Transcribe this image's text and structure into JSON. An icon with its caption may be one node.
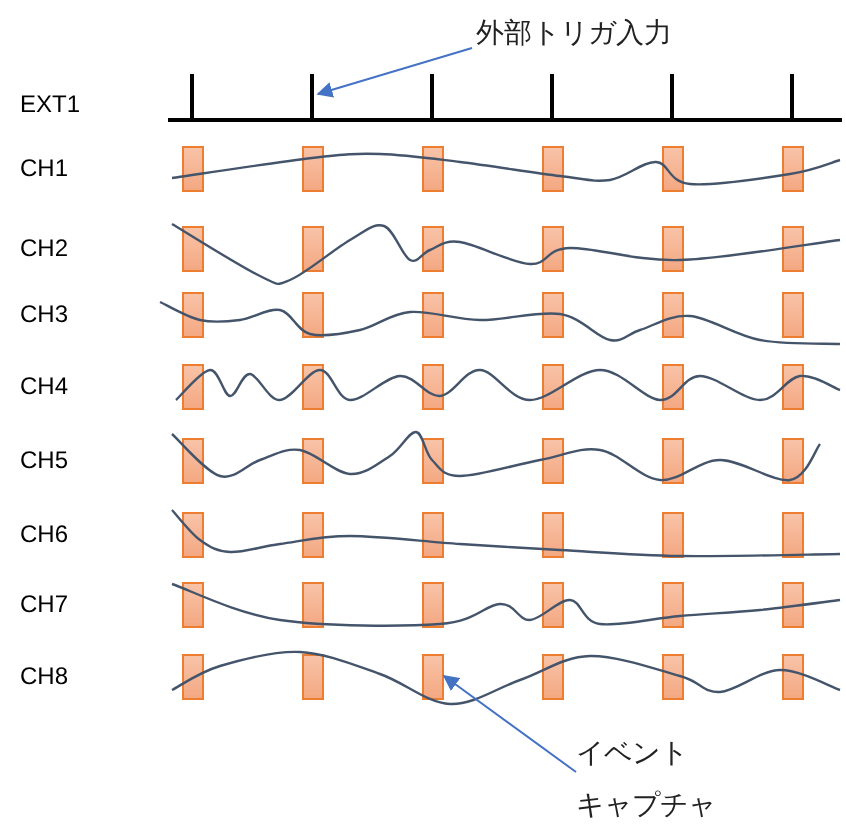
{
  "diagram": {
    "nodes": [
      {
        "text": [
          "外部トリガ入力"
        ]
      },
      {
        "text": [],
        "shape": "bar"
      },
      {
        "text": [],
        "shape": "bar"
      },
      {
        "text": [],
        "shape": "bar"
      },
      {
        "text": [],
        "shape": "bar"
      },
      {
        "text": [],
        "shape": "bar"
      },
      {
        "text": [],
        "shape": "bar"
      },
      {
        "text": [],
        "shape": "box"
      },
      {
        "text": [],
        "shape": "box"
      },
      {
        "text": [],
        "shape": "box"
      },
      {
        "text": [],
        "shape": "box"
      },
      {
        "text": [],
        "shape": "box"
      },
      {
        "text": [],
        "shape": "box"
      },
      {
        "text": [],
        "shape": "box"
      },
      {
        "text": [],
        "shape": "box"
      },
      {
        "text": [],
        "shape": "box"
      },
      {
        "text": [],
        "shape": "box"
      },
      {
        "text": [],
        "shape": "box"
      },
      {
        "text": [],
        "shape": "box"
      },
      {
        "text": [],
        "shape": "box"
      },
      {
        "text": [],
        "shape": "box"
      },
      {
        "text": [],
        "shape": "box"
      },
      {
        "text": [],
        "shape": "box"
      },
      {
        "text": [],
        "shape": "box"
      },
      {
        "text": [],
        "shape": "box"
      },
      {
        "text": [],
        "shape": "box"
      },
      {
        "text": [],
        "shape": "box"
      },
      {
        "text": [],
        "shape": "box"
      },
      {
        "text": [],
        "shape": "box"
      },
      {
        "text": [],
        "shape": "box"
      },
      {
        "text": [],
        "shape": "box"
      },
      {
        "text": [],
        "shape": "box"
      },
      {
        "text": [],
        "shape": "box"
      },
      {
        "text": [],
        "shape": "box"
      },
      {
        "text": [],
        "shape": "box"
      },
      {
        "text": [],
        "shape": "box"
      },
      {
        "text": [],
        "shape": "box"
      },
      {
        "text": [],
        "shape": "box"
      },
      {
        "text": [],
        "shape": "box"
      },
      {
        "text": [],
        "shape": "box"
      },
      {
        "text": [],
        "shape": "box"
      },
      {
        "text": [],
        "shape": "box"
      },
      {
        "text": [],
        "shape": "box"
      },
      {
        "text": [],
        "shape": "box"
      },
      {
        "text": [],
        "shape": "box"
      },
      {
        "text": [],
        "shape": "box"
      },
      {
        "text": [],
        "shape": "box"
      },
      {
        "text": [],
        "shape": "box"
      },
      {
        "text": [],
        "shape": "box"
      },
      {
        "text": [],
        "shape": "box"
      },
      {
        "text": [],
        "shape": "box"
      },
      {
        "text": [],
        "shape": "box"
      },
      {
        "text": [],
        "shape": "box"
      },
      {
        "text": [],
        "shape": "box"
      },
      {
        "text": [],
        "shape": "box"
      },
      {
        "text": [
          "イベント",
          "キャプチャ"
        ]
      }
    ],
    "edges": [
      {
        "from": 0,
        "to": 2,
        "arrow": "to"
      },
      {
        "from": 55,
        "to": 51,
        "arrow": "to"
      }
    ],
    "labels": [
      "EXT1",
      "CH1",
      "CH2",
      "CH3",
      "CH4",
      "CH5",
      "CH6",
      "CH7",
      "CH8"
    ]
  }
}
